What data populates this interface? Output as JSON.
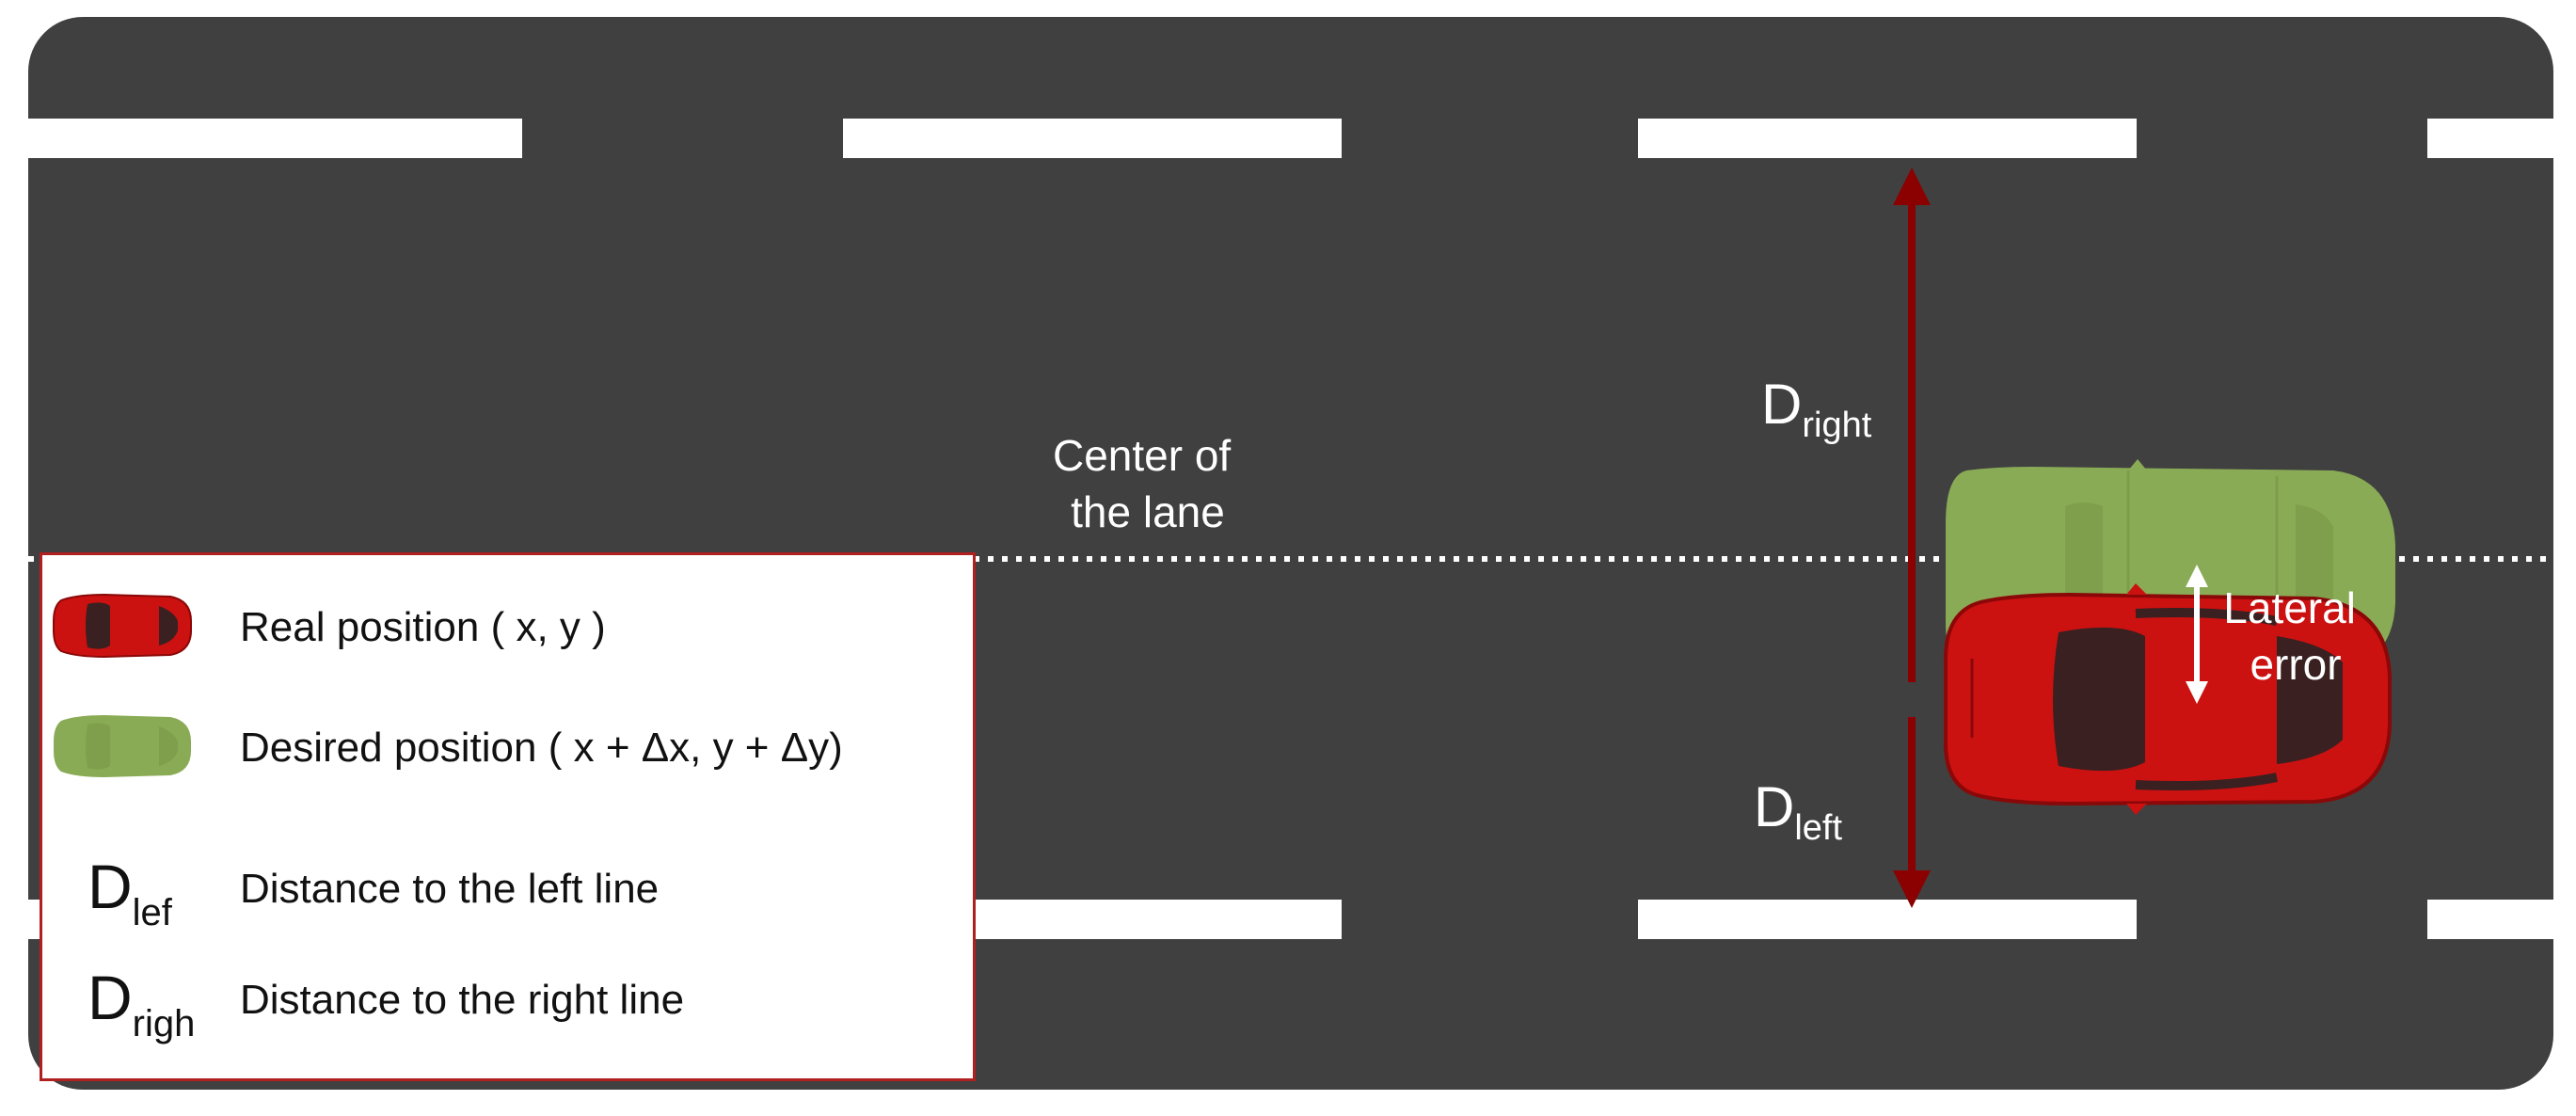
{
  "road": {
    "center_label_line1": "Center of",
    "center_label_line2": "the lane",
    "d_right_main": "D",
    "d_right_sub": "right",
    "d_left_main": "D",
    "d_left_sub": "left",
    "lateral_line1": "Lateral",
    "lateral_line2": "error"
  },
  "legend": {
    "real": {
      "label": "Real position ( x, y )"
    },
    "desired": {
      "label": "Desired position ( x + Δx, y + Δy)"
    },
    "d_left": {
      "symbol": "D",
      "sub": "lef",
      "label": "Distance to the left line"
    },
    "d_right": {
      "symbol": "D",
      "sub": "righ",
      "label": "Distance to the right line"
    }
  },
  "colors": {
    "road": "#404040",
    "lane_marking": "#ffffff",
    "real_car": "#cc1111",
    "desired_car": "#8aab55",
    "arrow": "#8b0000"
  }
}
